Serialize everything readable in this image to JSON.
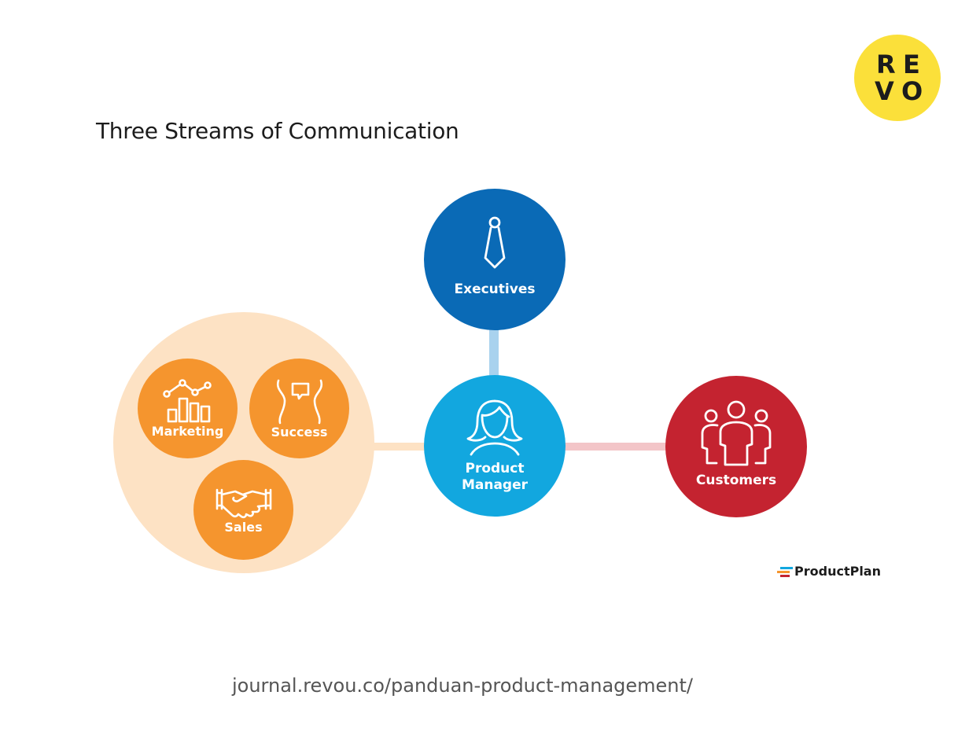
{
  "title": "Three Streams of Communication",
  "logo": {
    "letters": [
      "R",
      "E",
      "V",
      "O"
    ],
    "color": "#fbe03a"
  },
  "nodes": {
    "executives": {
      "label": "Executives",
      "color": "#0a6ab6",
      "icon": "necktie-icon"
    },
    "product_manager": {
      "label_line1": "Product",
      "label_line2": "Manager",
      "color": "#12a7df",
      "icon": "woman-avatar-icon"
    },
    "customers": {
      "label": "Customers",
      "color": "#c42330",
      "icon": "people-group-icon"
    },
    "internal_group": {
      "color": "#fde2c4",
      "marketing": {
        "label": "Marketing",
        "icon": "bar-chart-icon"
      },
      "success": {
        "label": "Success",
        "icon": "conversation-icon"
      },
      "sales": {
        "label": "Sales",
        "icon": "handshake-icon"
      },
      "member_color": "#f5952e"
    }
  },
  "brand": "ProductPlan",
  "footer_url": "journal.revou.co/panduan-product-management/"
}
